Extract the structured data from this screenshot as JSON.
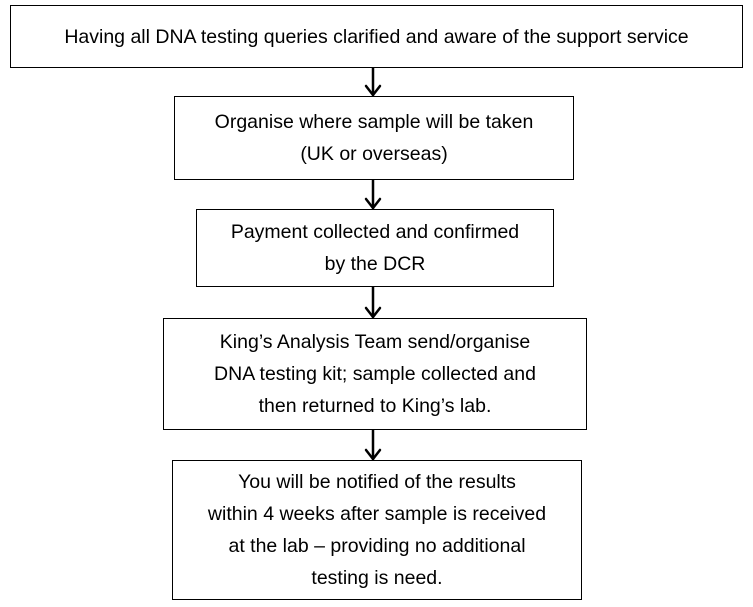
{
  "steps": [
    {
      "lines": [
        "Having all DNA testing queries clarified and aware of the support service"
      ]
    },
    {
      "lines": [
        "Organise where sample will be taken",
        "(UK or overseas)"
      ]
    },
    {
      "lines": [
        "Payment collected and confirmed",
        "by the DCR"
      ]
    },
    {
      "lines": [
        "King’s Analysis Team send/organise",
        "DNA testing kit; sample collected and",
        "then returned to King’s lab."
      ]
    },
    {
      "lines": [
        "You will be notified of the results",
        "within 4 weeks after sample is received",
        "at the lab – providing no additional",
        "testing is need."
      ]
    }
  ]
}
